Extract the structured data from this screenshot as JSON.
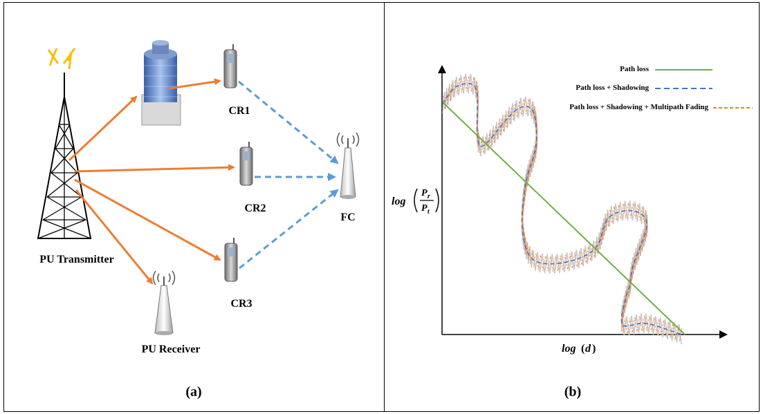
{
  "panel_a": {
    "caption": "(a)",
    "nodes": {
      "pu_transmitter": "PU Transmitter",
      "pu_receiver": "PU Receiver",
      "cr1": "CR1",
      "cr2": "CR2",
      "cr3": "CR3",
      "fc": "FC"
    },
    "colors": {
      "primary_link": "#ed7d31",
      "report_link": "#5b9bd5"
    }
  },
  "panel_b": {
    "caption": "(b)",
    "legend": [
      {
        "label": "Path loss",
        "color": "#70ad47",
        "style": "solid"
      },
      {
        "label": "Path loss + Shadowing",
        "color": "#4472c4",
        "style": "dashed"
      },
      {
        "label": "Path loss + Shadowing + Multipath Fading",
        "color": "#ed7d31",
        "style": "dashed"
      }
    ],
    "y_axis": {
      "prefix": "log",
      "num": "P",
      "num_sub": "r",
      "den": "P",
      "den_sub": "t"
    },
    "x_axis": {
      "prefix": "log",
      "var": "d"
    }
  }
}
